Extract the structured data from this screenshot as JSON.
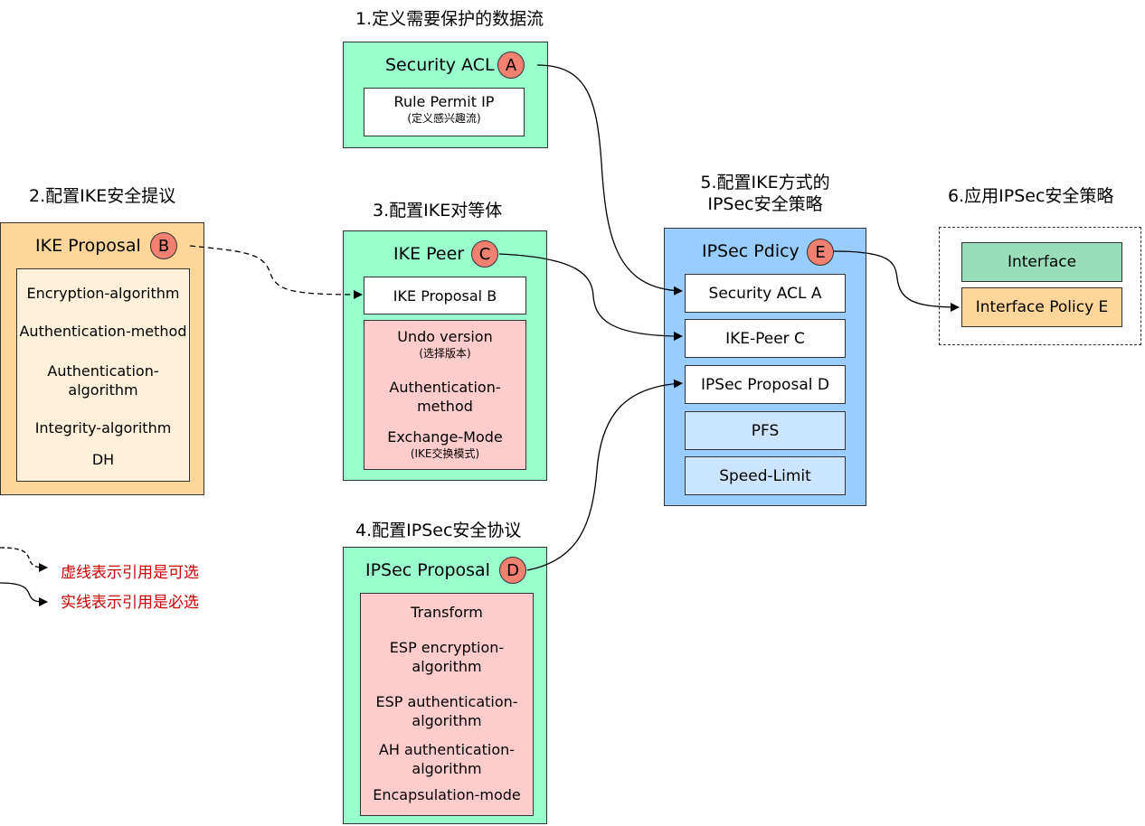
{
  "steps": {
    "s1": "1.定义需要保护的数据流",
    "s2": "2.配置IKE安全提议",
    "s3": "3.配置IKE对等体",
    "s4": "4.配置IPSec安全协议",
    "s5_line1": "5.配置IKE方式的",
    "s5_line2": "IPSec安全策略",
    "s6": "6.应用IPSec安全策略"
  },
  "security_acl": {
    "title": "Security ACL",
    "badge": "A",
    "rule": "Rule Permit IP",
    "rule_note": "(定义感兴趣流)"
  },
  "ike_proposal": {
    "title": "IKE Proposal",
    "badge": "B",
    "items": [
      "Encryption-algorithm",
      "Authentication-method",
      "Authentication-",
      "algorithm",
      "Integrity-algorithm",
      "DH"
    ]
  },
  "ike_peer": {
    "title": "IKE Peer",
    "badge": "C",
    "ref": "IKE Proposal  B",
    "undo": "Undo version",
    "undo_note": "(选择版本)",
    "auth1": "Authentication-",
    "auth2": "method",
    "exch": "Exchange-Mode",
    "exch_note": "(IKE交换模式)"
  },
  "ipsec_proposal": {
    "title": "IPSec Proposal",
    "badge": "D",
    "items": [
      "Transform",
      "ESP encryption-",
      "algorithm",
      "ESP authentication-",
      "algorithm",
      "AH authentication-",
      "algorithm",
      "Encapsulation-mode"
    ]
  },
  "ipsec_policy": {
    "title": "IPSec Pdicy",
    "badge": "E",
    "items": [
      "Security ACL A",
      "IKE-Peer C",
      "IPSec Proposal D",
      "PFS",
      "Speed-Limit"
    ]
  },
  "interface": {
    "label": "Interface",
    "policy": "Interface Policy E",
    "color_interface": "#99ddbb",
    "color_policy": "#ffd699"
  },
  "legend": {
    "dashed": "虚线表示引用是可选",
    "solid": "实线表示引用是必选"
  }
}
